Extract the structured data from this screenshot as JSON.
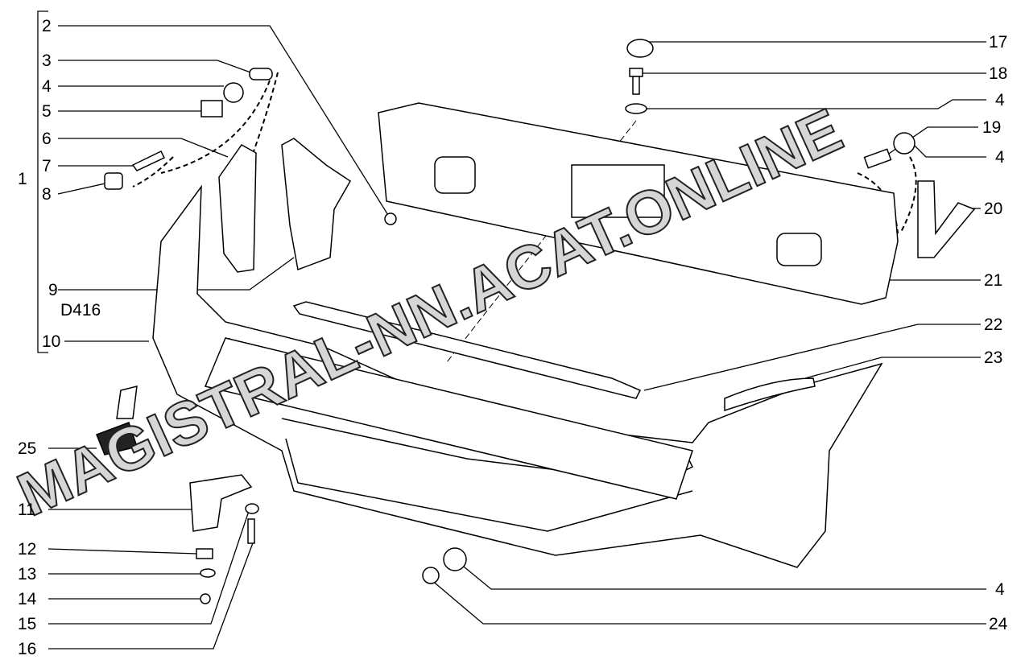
{
  "diagram": {
    "group_label": "1",
    "variant_label": "D416",
    "callouts_left": [
      "2",
      "3",
      "4",
      "5",
      "6",
      "7",
      "8",
      "9",
      "10",
      "25",
      "11",
      "12",
      "13",
      "14",
      "15",
      "16"
    ],
    "callouts_right": [
      "17",
      "18",
      "4",
      "19",
      "4",
      "20",
      "21",
      "22",
      "23",
      "4",
      "24"
    ]
  },
  "watermark": "MAGISTRAL-NN.ACAT.ONLINE"
}
